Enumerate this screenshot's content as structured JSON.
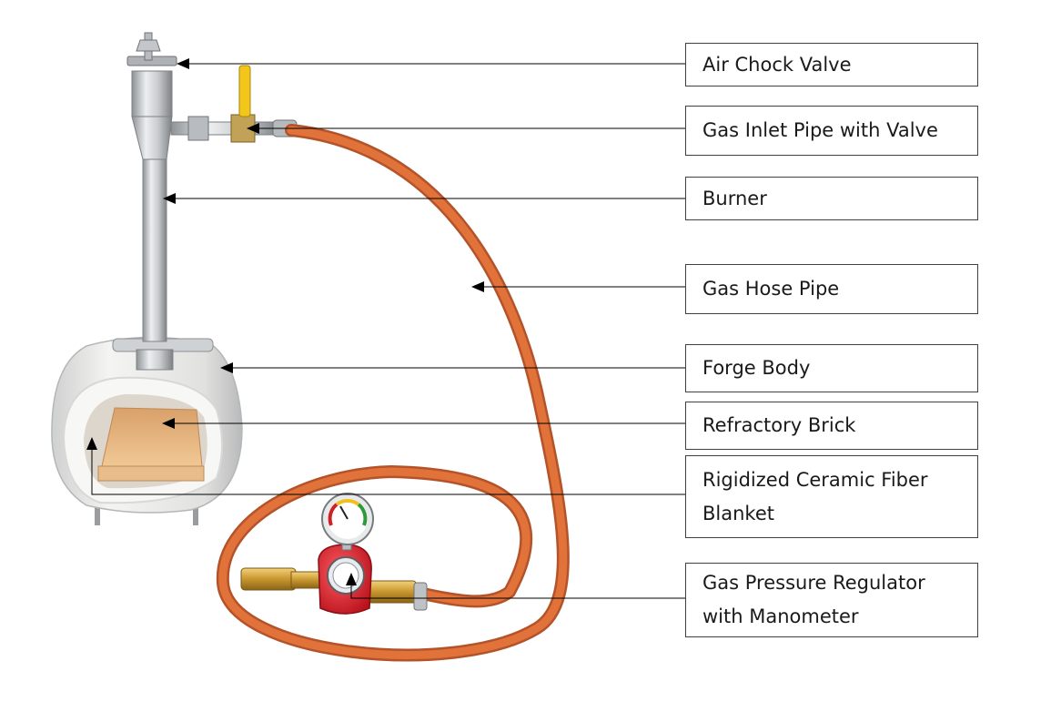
{
  "labels": [
    "Air Chock Valve",
    "Gas Inlet Pipe with Valve",
    "Burner",
    "Gas Hose Pipe",
    "Forge Body",
    "Refractory Brick",
    "Rigidized Ceramic Fiber Blanket",
    "Gas Pressure Regulator with Manometer"
  ],
  "colors": {
    "hose": "#e0723a",
    "hose_dark": "#b4532a",
    "steel": "#c7c9cc",
    "insulation": "#f1f1ef",
    "brick": "#e8b985",
    "regulator_knob": "#e0303a",
    "brass": "#d8a93e",
    "leader_line": "#000000"
  }
}
